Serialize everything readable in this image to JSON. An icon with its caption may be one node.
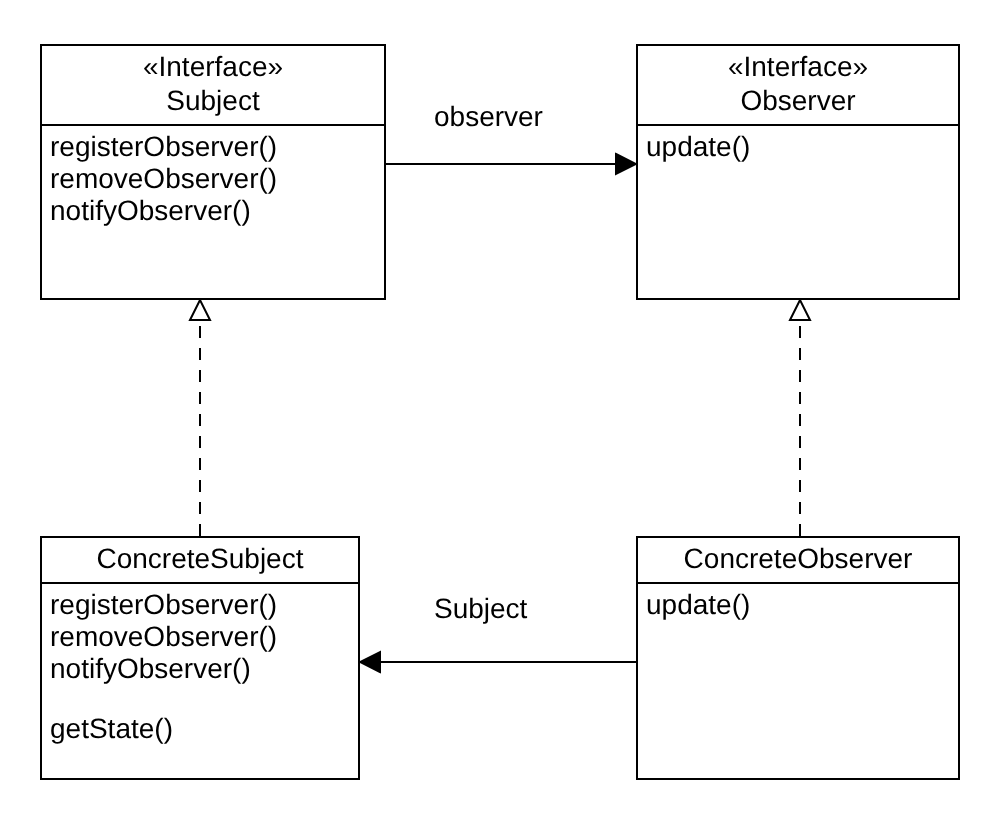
{
  "diagram": {
    "nodes": [
      {
        "text": [
          "«Interface»",
          "Subject",
          "registerObserver() removeObserver() notifyObserver()"
        ]
      },
      {
        "text": [
          "«Interface»",
          "Observer",
          "update()"
        ]
      },
      {
        "text": [
          "ConcreteSubject",
          "registerObserver() removeObserver() notifyObserver()",
          "getState()"
        ]
      },
      {
        "text": [
          "ConcreteObserver",
          "update()"
        ]
      }
    ],
    "edges": [
      {
        "from": 0,
        "to": 1,
        "arrow": "to",
        "label": "observer"
      },
      {
        "from": 2,
        "to": 0,
        "arrow": "to",
        "style": "dashed"
      },
      {
        "from": 3,
        "to": 1,
        "arrow": "to",
        "style": "dashed"
      },
      {
        "from": 3,
        "to": 2,
        "arrow": "to",
        "label": "Subject"
      }
    ]
  }
}
